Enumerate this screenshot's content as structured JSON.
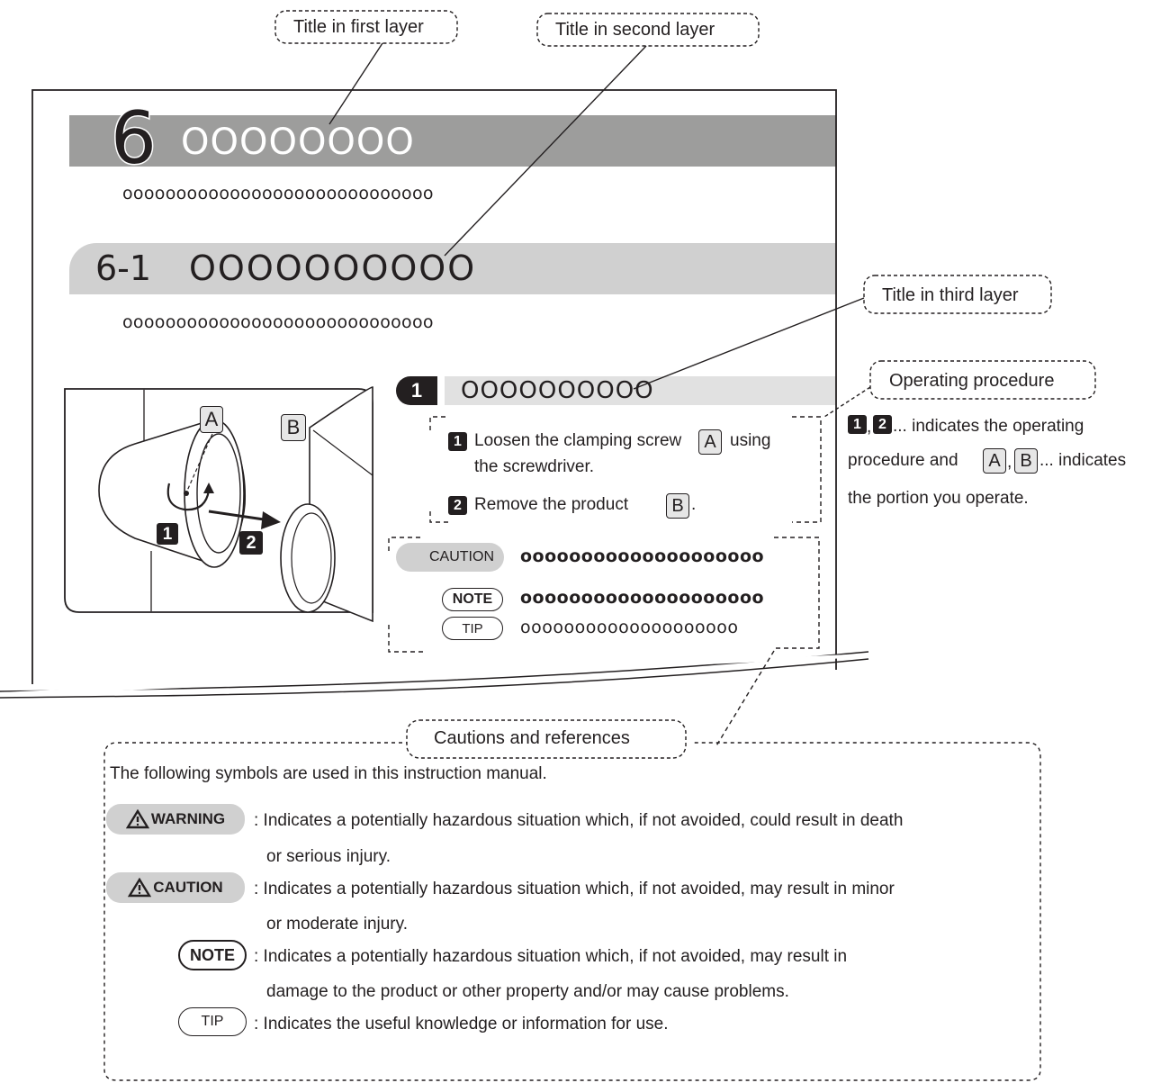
{
  "callouts": {
    "first_layer": "Title in first layer",
    "second_layer": "Title in second layer",
    "third_layer": "Title in third layer",
    "operating_procedure": "Operating procedure",
    "cautions_references": "Cautions and references"
  },
  "page": {
    "chapter_number": "6",
    "chapter_title": "OOOOOOOO",
    "chapter_body": "ooooooooooooooooooooooooooooo",
    "section_number": "6-1",
    "section_title": "OOOOOOOOOO",
    "section_body": "ooooooooooooooooooooooooooooo",
    "step_number": "1",
    "step_title": "OOOOOOOOOO",
    "procedure": {
      "step1_num": "1",
      "step1_text_a": "Loosen the clamping screw",
      "step1_letter": "A",
      "step1_text_b": "using",
      "step1_text_c": "the screwdriver.",
      "step2_num": "2",
      "step2_text": "Remove the product",
      "step2_letter": "B",
      "step2_period": "."
    },
    "notes": {
      "caution_label": "CAUTION",
      "caution_text": "oooooooooooooooooooo",
      "note_label": "NOTE",
      "note_text": "oooooooooooooooooooo",
      "tip_label": "TIP",
      "tip_text": "oooooooooooooooooooo"
    },
    "illustration": {
      "label_a": "A",
      "label_b": "B",
      "num_1": "1",
      "num_2": "2"
    }
  },
  "operating_note": {
    "num1": "1",
    "num2": "2",
    "sep1": ",",
    "text1": "... indicates the operating",
    "text2a": "procedure and",
    "letter_a": "A",
    "sep2": ",",
    "letter_b": "B",
    "text2b": "... indicates",
    "text3": "the portion you operate."
  },
  "legend": {
    "intro": "The following symbols are used in this instruction manual.",
    "items": [
      {
        "label": "WARNING",
        "line1": ": Indicates a potentially hazardous situation which, if not avoided, could result in death",
        "line2": "or serious injury."
      },
      {
        "label": "CAUTION",
        "line1": ": Indicates a potentially hazardous situation which, if not avoided, may result in minor",
        "line2": "or moderate injury."
      },
      {
        "label": "NOTE",
        "line1": ": Indicates a potentially hazardous situation which, if not avoided, may result in",
        "line2": "damage to the product or other property and/or may cause problems."
      },
      {
        "label": "TIP",
        "line1": ": Indicates the useful knowledge or information for use.",
        "line2": ""
      }
    ]
  }
}
